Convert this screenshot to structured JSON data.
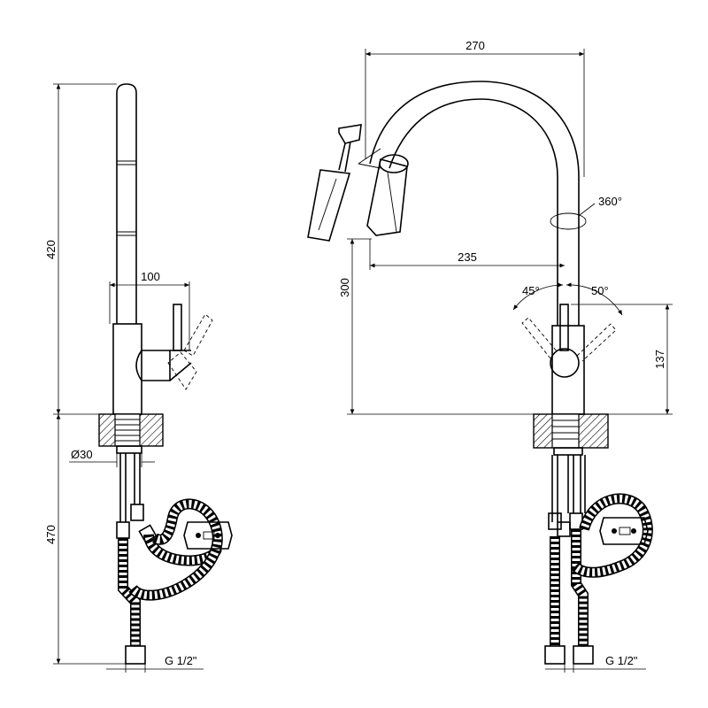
{
  "drawing": {
    "side_view": {
      "height_label": "420",
      "reach_label": "100",
      "diameter_label": "Ø30",
      "below_counter_label": "470",
      "thread_label": "G 1/2\""
    },
    "front_view": {
      "width_label": "270",
      "rotation_label": "360°",
      "spout_reach_label": "235",
      "spout_height_label": "300",
      "lever_left_angle_label": "45°",
      "lever_right_angle_label": "50°",
      "lever_height_label": "137",
      "thread_label": "G 1/2\""
    }
  }
}
